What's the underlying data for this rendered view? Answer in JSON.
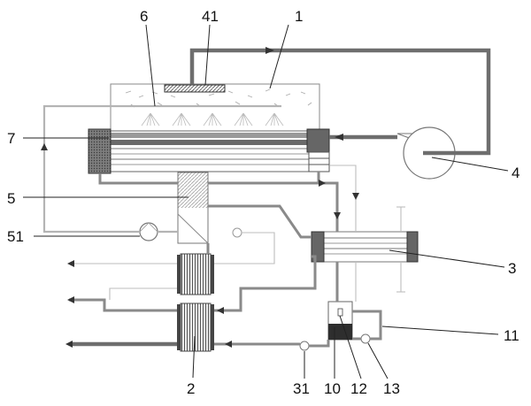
{
  "diagram": {
    "labels": {
      "l1": "1",
      "l2": "2",
      "l3": "3",
      "l4": "4",
      "l5": "5",
      "l6": "6",
      "l7": "7",
      "l10": "10",
      "l11": "11",
      "l12": "12",
      "l13": "13",
      "l31": "31",
      "l41": "41",
      "l51": "51"
    }
  }
}
